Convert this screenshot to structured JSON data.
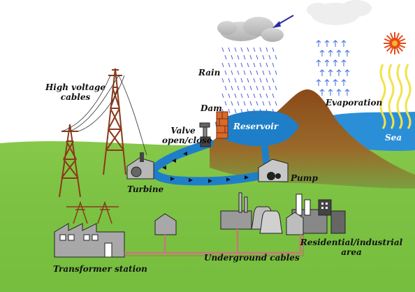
{
  "labels": {
    "high_voltage_cables_line1": "High voltage",
    "high_voltage_cables_line2": "cables",
    "rain": "Rain",
    "dam": "Dam",
    "valve_line1": "Valve",
    "valve_line2": "open/close",
    "reservoir": "Reservoir",
    "evaporation": "Evaporation",
    "sea": "Sea",
    "turbine": "Turbine",
    "pump": "Pump",
    "transformer_station": "Transformer station",
    "underground_cables": "Underground cables",
    "residential_line1": "Residential/industrial",
    "residential_line2": "area"
  },
  "colors": {
    "sky": "#ffffff",
    "ground": "#7cc242",
    "ground_dark": "#5aa02a",
    "mountain": "#9a5a22",
    "water": "#1e7fc8",
    "sea": "#2b8fd8",
    "tower": "#8a3a1a",
    "cable": "#c87878",
    "building": "#9a9a9a",
    "sun": "#e83a1a",
    "sun_rays": "#f2e24a"
  },
  "icons": [
    "cloud-icon",
    "sun-icon",
    "rain-drops-icon",
    "evaporation-arrows-icon",
    "wind-arrow-icon"
  ]
}
